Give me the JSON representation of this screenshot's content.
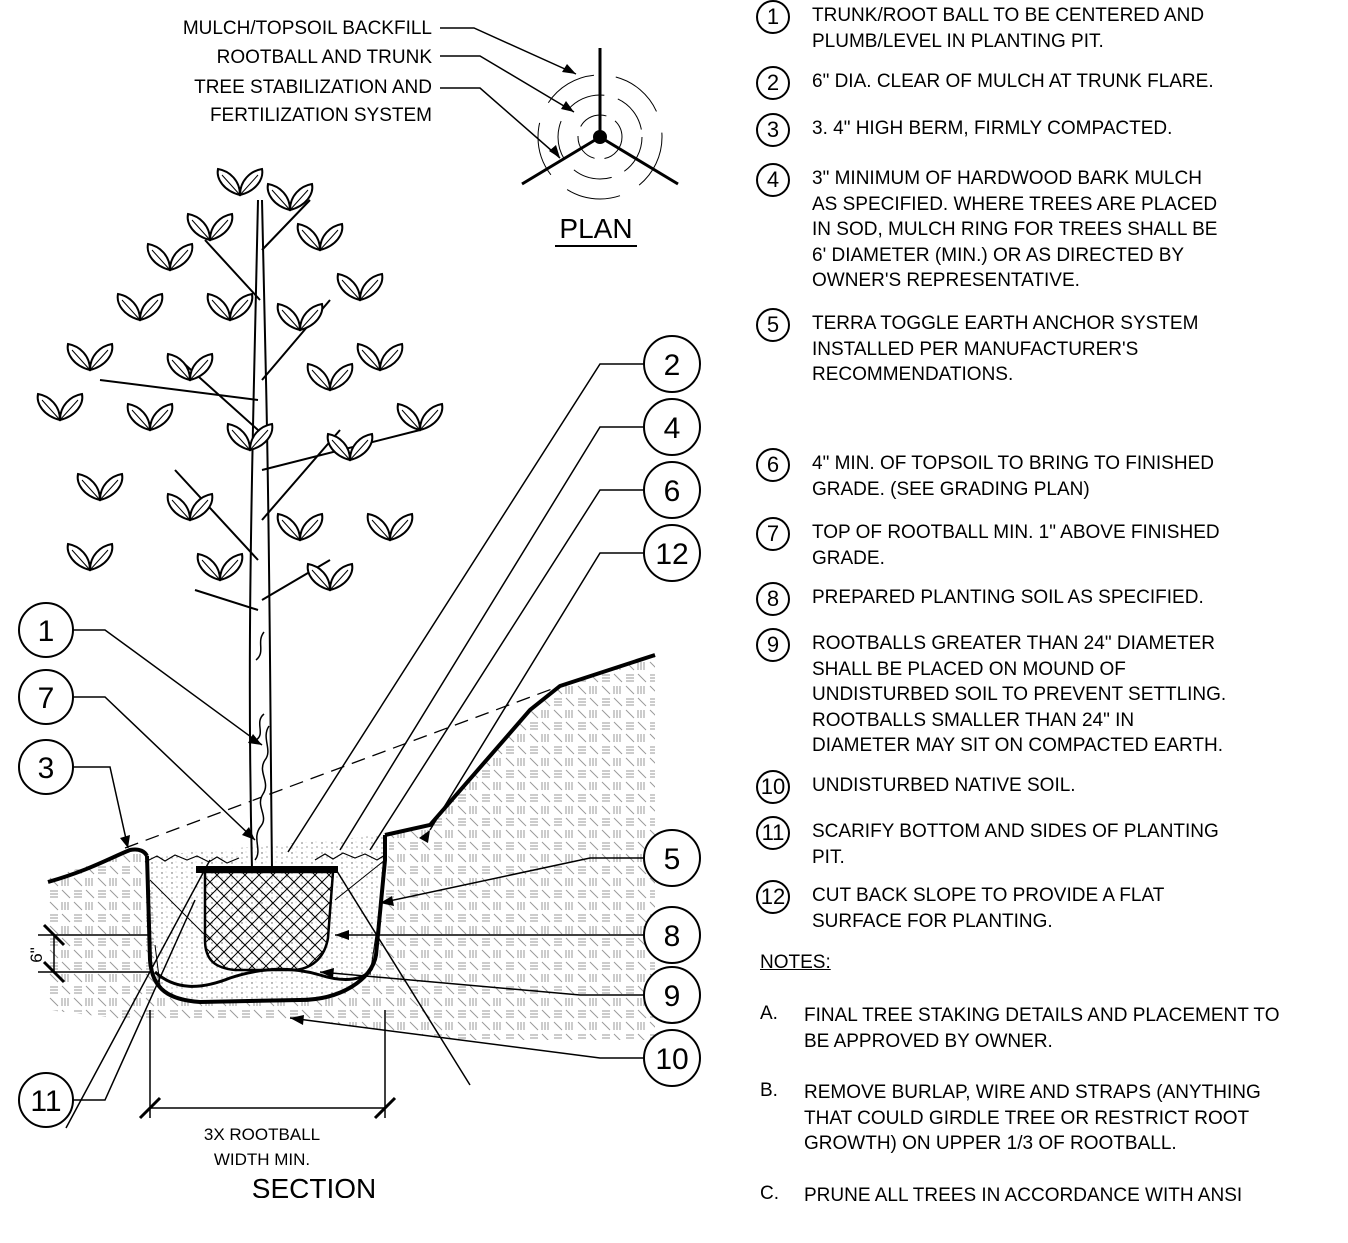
{
  "plan": {
    "labels": [
      "MULCH/TOPSOIL BACKFILL",
      "ROOTBALL AND TRUNK",
      "TREE STABILIZATION AND",
      "FERTILIZATION SYSTEM"
    ],
    "title": "PLAN"
  },
  "section": {
    "callouts": [
      "2",
      "4",
      "6",
      "12",
      "1",
      "7",
      "3",
      "5",
      "8",
      "9",
      "10",
      "11"
    ],
    "dimension_depth": "6\"",
    "dimension_width": [
      "3X ROOTBALL",
      "WIDTH MIN."
    ],
    "title": "SECTION"
  },
  "notes": [
    {
      "num": "1",
      "text": "TRUNK/ROOT BALL TO BE CENTERED AND\nPLUMB/LEVEL IN PLANTING PIT."
    },
    {
      "num": "2",
      "text": "6\" DIA. CLEAR OF MULCH AT TRUNK FLARE."
    },
    {
      "num": "3",
      "text": "3. 4\" HIGH BERM, FIRMLY COMPACTED."
    },
    {
      "num": "4",
      "text": "3\" MINIMUM OF HARDWOOD BARK MULCH\nAS SPECIFIED. WHERE TREES ARE PLACED\nIN SOD, MULCH RING FOR TREES SHALL BE\n6' DIAMETER (MIN.) OR AS DIRECTED BY\nOWNER'S REPRESENTATIVE."
    },
    {
      "num": "5",
      "text": "TERRA TOGGLE EARTH ANCHOR SYSTEM\nINSTALLED PER MANUFACTURER'S\nRECOMMENDATIONS."
    },
    {
      "num": "6",
      "text": "4\" MIN. OF TOPSOIL TO BRING TO FINISHED\nGRADE. (SEE GRADING PLAN)"
    },
    {
      "num": "7",
      "text": "TOP OF ROOTBALL MIN. 1\" ABOVE FINISHED\nGRADE."
    },
    {
      "num": "8",
      "text": "PREPARED PLANTING SOIL AS SPECIFIED."
    },
    {
      "num": "9",
      "text": "ROOTBALLS GREATER THAN 24\" DIAMETER\nSHALL BE PLACED ON MOUND OF\nUNDISTURBED SOIL TO PREVENT SETTLING.\nROOTBALLS SMALLER THAN 24\" IN\nDIAMETER MAY SIT ON COMPACTED EARTH."
    },
    {
      "num": "10",
      "text": "UNDISTURBED NATIVE SOIL."
    },
    {
      "num": "11",
      "text": "SCARIFY BOTTOM AND SIDES OF PLANTING\nPIT."
    },
    {
      "num": "12",
      "text": "CUT BACK SLOPE TO PROVIDE A FLAT\nSURFACE FOR PLANTING."
    }
  ],
  "general_notes": {
    "heading": "NOTES:",
    "items": [
      {
        "letter": "A.",
        "text": "FINAL TREE STAKING DETAILS AND PLACEMENT TO\nBE APPROVED BY OWNER."
      },
      {
        "letter": "B.",
        "text": "REMOVE BURLAP, WIRE AND STRAPS (ANYTHING\nTHAT COULD GIRDLE TREE OR RESTRICT ROOT\nGROWTH) ON UPPER 1/3 OF ROOTBALL."
      },
      {
        "letter": "C.",
        "text": "PRUNE ALL TREES IN ACCORDANCE WITH ANSI"
      }
    ]
  }
}
